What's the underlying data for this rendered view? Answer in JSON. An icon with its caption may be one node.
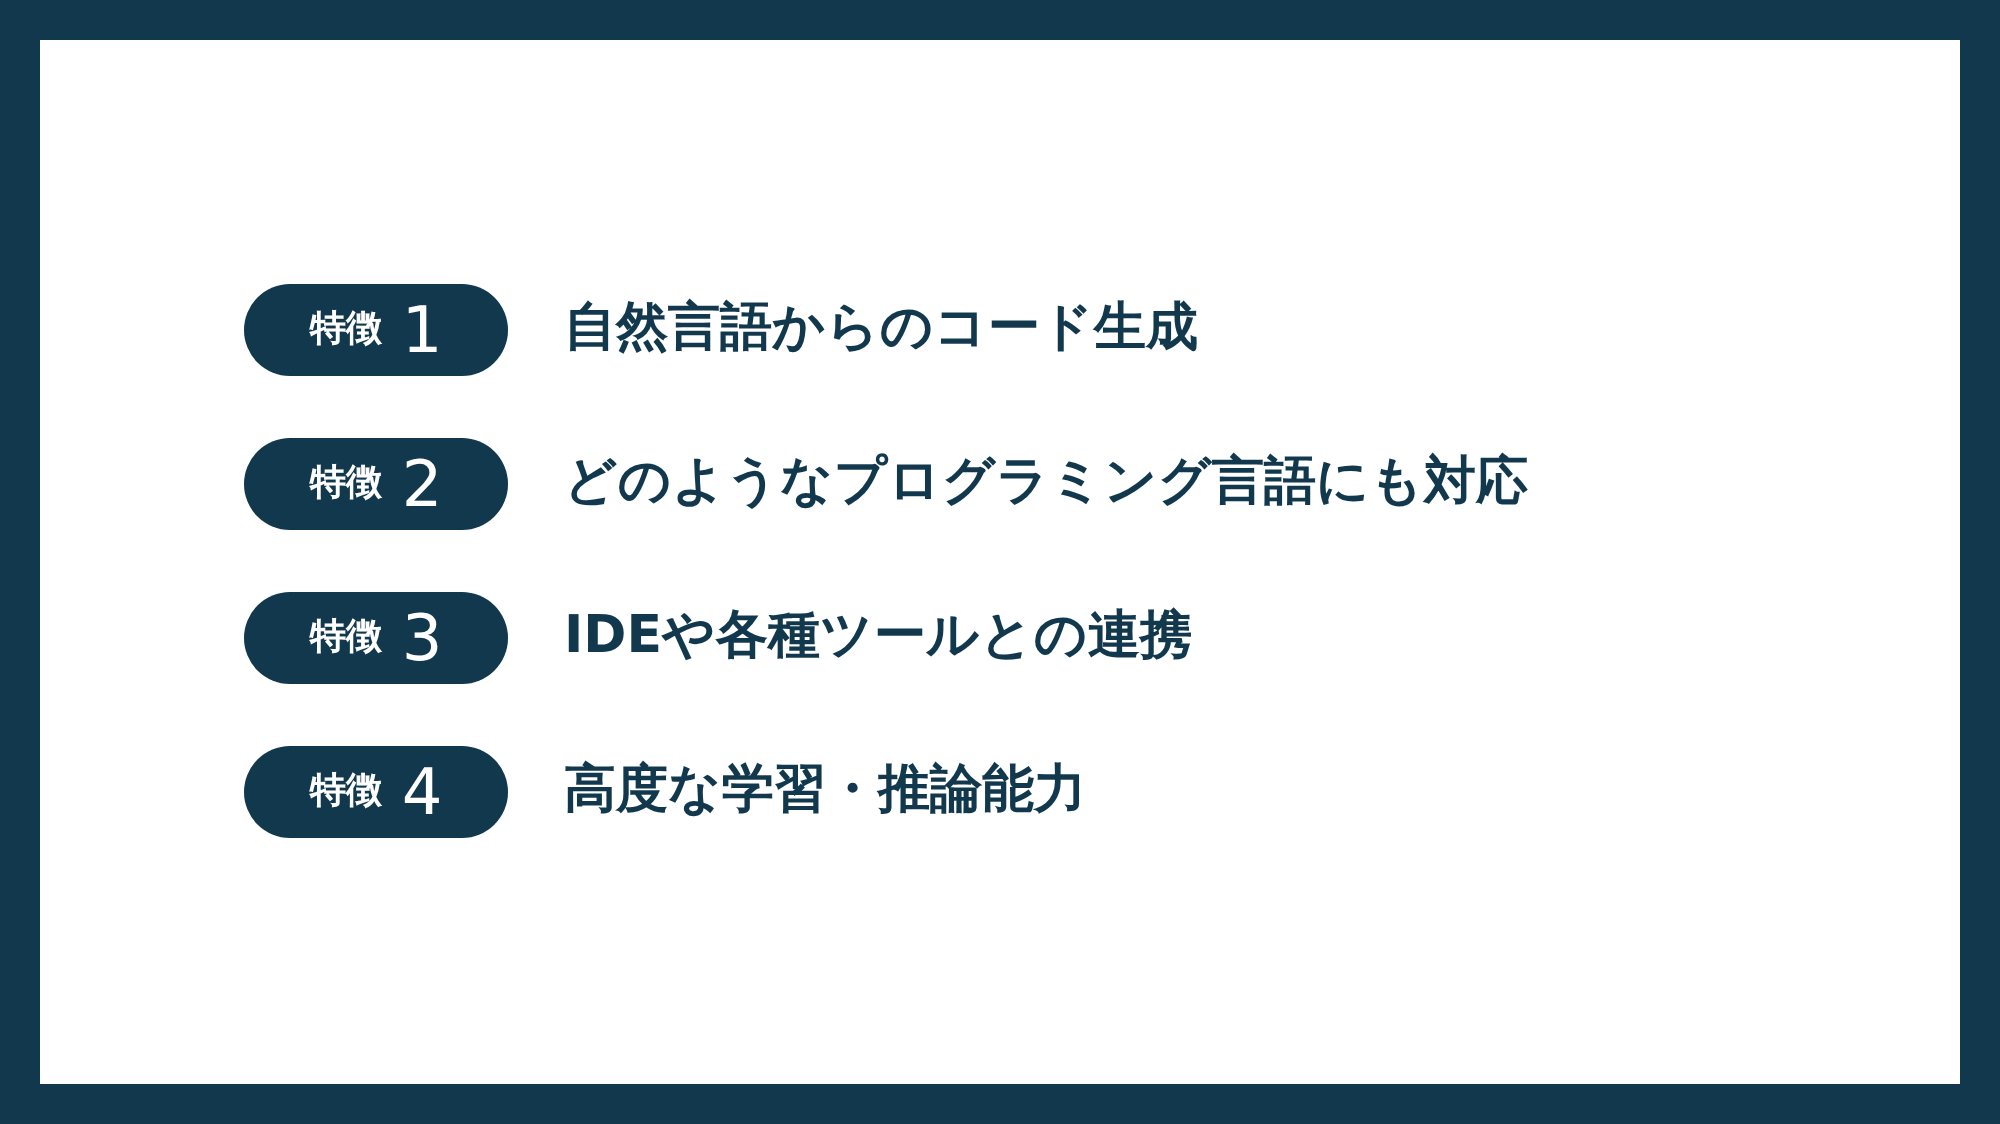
{
  "diagram": {
    "nodes": [
      {
        "text": [
          "特徴",
          "1"
        ],
        "beside": [
          "自然言語からのコード生成"
        ]
      },
      {
        "text": [
          "特徴",
          "2"
        ],
        "beside": [
          "どのようなプログラミング言語にも対応"
        ]
      },
      {
        "text": [
          "特徴",
          "3"
        ],
        "beside": [
          "IDEや各種ツールとの連携"
        ]
      },
      {
        "text": [
          "特徴",
          "4"
        ],
        "beside": [
          "高度な学習・推論能力"
        ]
      }
    ]
  }
}
